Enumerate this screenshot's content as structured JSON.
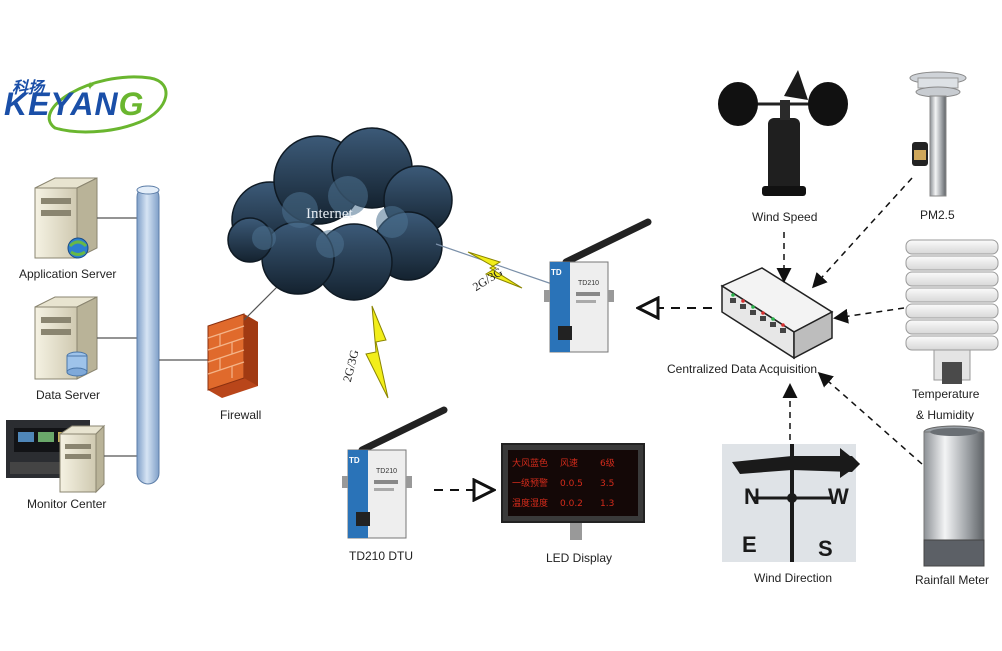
{
  "logo": {
    "cn": "科扬",
    "en_main": "KEYAN",
    "en_tail": "G"
  },
  "labels": {
    "application_server": "Application Server",
    "data_server": "Data Server",
    "monitor_center": "Monitor Center",
    "firewall": "Firewall",
    "internet": "Internet",
    "link_top": "2G/3G",
    "link_left": "2G/3G",
    "dtu": "TD210 DTU",
    "led": "LED Display",
    "acquisition": "Centralized Data Acquisition",
    "wind_speed": "Wind Speed",
    "pm25": "PM2.5",
    "temperature_line1": "Temperature",
    "temperature_line2": "& Humidity",
    "wind_direction": "Wind Direction",
    "rainfall": "Rainfall Meter"
  },
  "led_text": {
    "row1": [
      "大风蓝色",
      "风速",
      "6级"
    ],
    "row2": [
      "一级预警",
      "0.0.5",
      "3.5"
    ],
    "row3": [
      "温度湿度",
      "0.0.2",
      "1.3"
    ]
  },
  "device_text": {
    "brand": "TD",
    "model": "TD210"
  },
  "vane_letters": {
    "n": "N",
    "w": "W",
    "s": "S",
    "e": "E"
  },
  "colors": {
    "logo_blue": "#1a4fa8",
    "logo_green": "#6ab62f",
    "cloud": "#1f3448",
    "bolt": "#f2ee1a",
    "pipe": "#a9c3e3",
    "led_red": "#d42b1b"
  }
}
